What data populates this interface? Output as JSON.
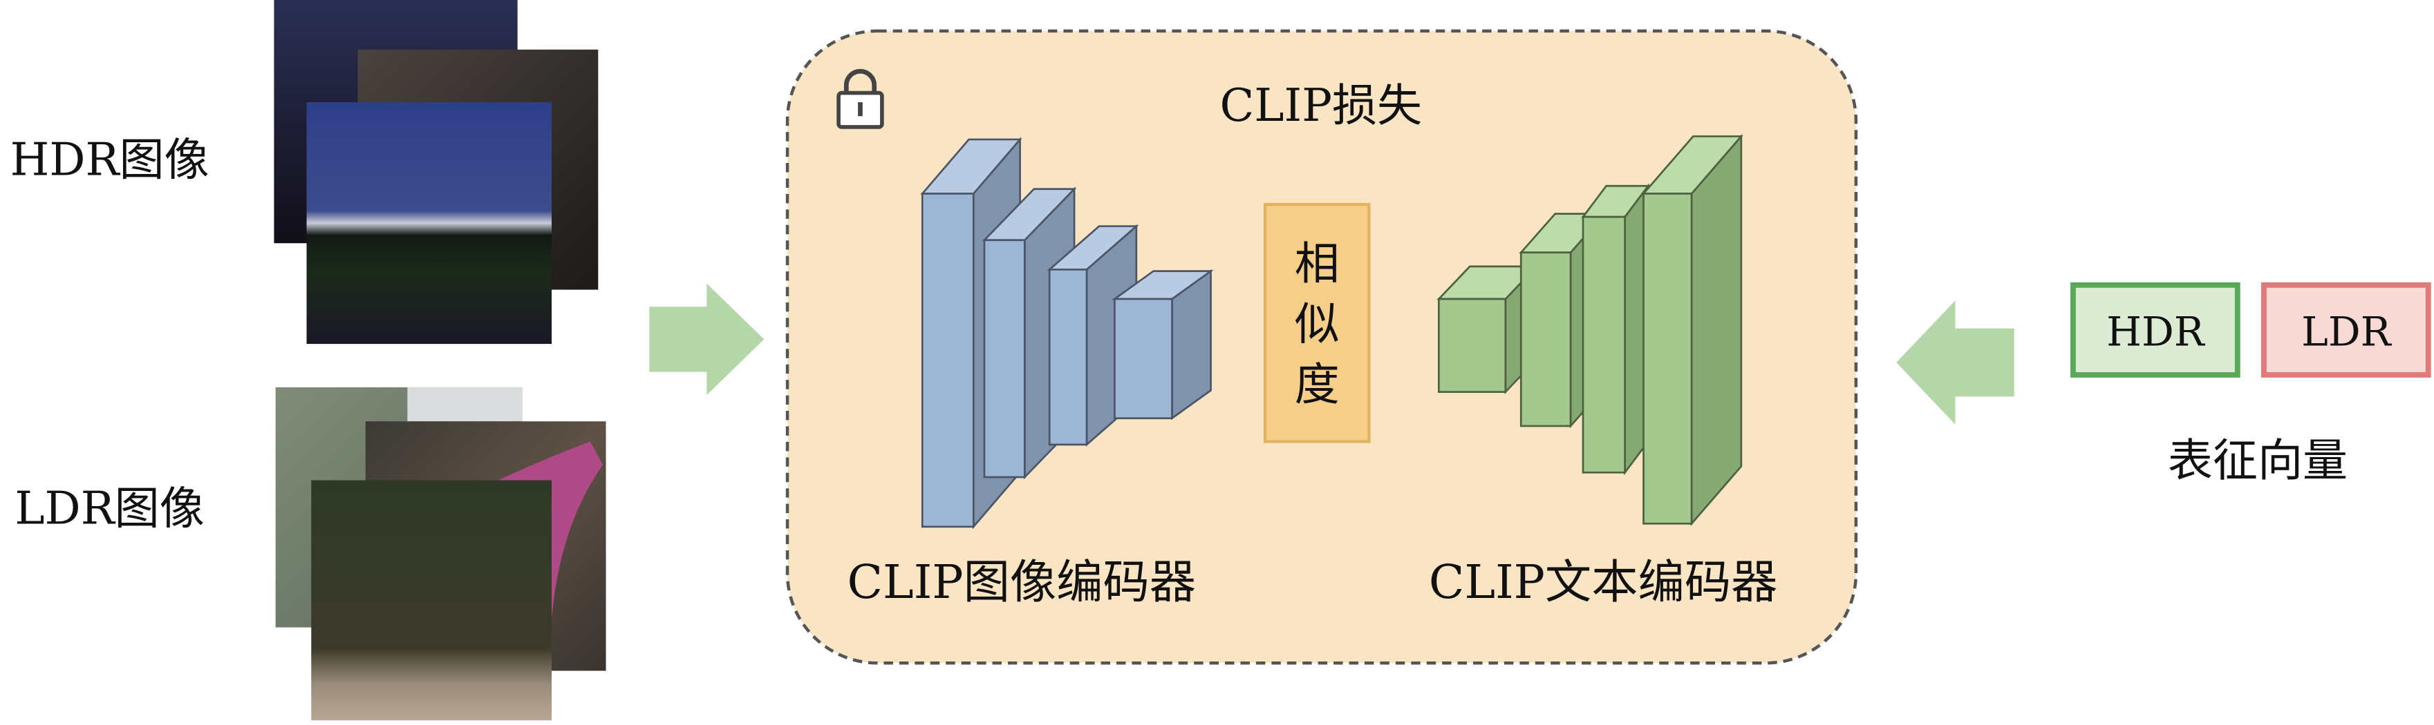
{
  "left": {
    "hdr_label": "HDR图像",
    "ldr_label": "LDR图像"
  },
  "center": {
    "loss_title": "CLIP损失",
    "similarity_label": [
      "相",
      "似",
      "度"
    ],
    "image_encoder_label": "CLIP图像编码器",
    "text_encoder_label": "CLIP文本编码器",
    "lock_icon": "lock-icon"
  },
  "right": {
    "hdr_token": "HDR",
    "ldr_token": "LDR",
    "caption": "表征向量"
  },
  "colors": {
    "panel_fill": "#f9e5c3",
    "image_encoder": "#9db6d6",
    "text_encoder": "#a3c98e",
    "similarity": "#f5cf8a",
    "arrow": "#b5d6a9",
    "hdr_border": "#5aa85a",
    "ldr_border": "#e27a7a"
  }
}
